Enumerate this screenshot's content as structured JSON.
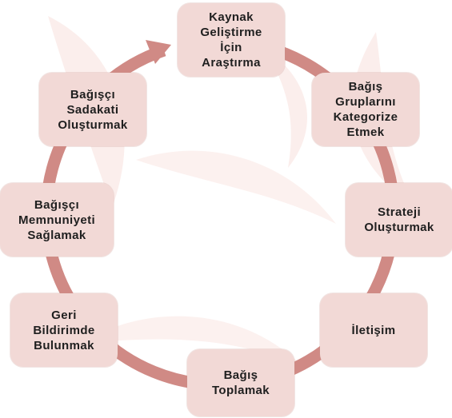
{
  "diagram": {
    "type": "cycle",
    "colors": {
      "ring": "#d08a85",
      "node_fill": "#f2d9d6",
      "text": "#1f1f1f",
      "watermark": "#fbecea"
    },
    "nodes": [
      {
        "label": "Kaynak\nGeliştirme\nİçin\nAraştırma"
      },
      {
        "label": "Bağış\nGruplarını\nKategorize\nEtmek"
      },
      {
        "label": "Strateji\nOluşturmak"
      },
      {
        "label": "İletişim"
      },
      {
        "label": "Bağış\nToplamak"
      },
      {
        "label": "Geri\nBildirimde\nBulunmak"
      },
      {
        "label": "Bağışçı\nMemnuniyeti\nSağlamak"
      },
      {
        "label": "Bağışçı\nSadakati\nOluşturmak"
      }
    ]
  }
}
